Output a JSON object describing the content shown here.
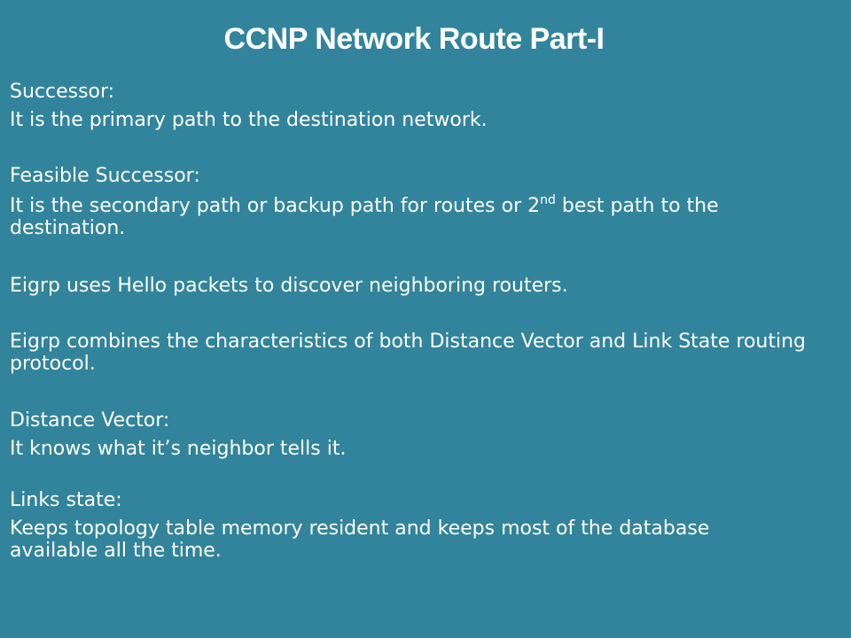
{
  "slide": {
    "title": "CCNP Network Route Part-I",
    "successor": {
      "heading": "Successor:",
      "text": "It is the primary path to the destination network."
    },
    "feasible_successor": {
      "heading": "Feasible Successor:",
      "text_before_ordinal": "It is the secondary path or backup path for routes or 2",
      "ordinal_suffix": "nd",
      "text_after_ordinal": " best path to the destination."
    },
    "hello_packets": "Eigrp uses Hello packets to discover neighboring routers.",
    "combines": "Eigrp combines the characteristics of both Distance Vector and Link State routing protocol.",
    "distance_vector": {
      "heading": "Distance Vector:",
      "text": "It knows what it’s neighbor tells it."
    },
    "links_state": {
      "heading": "Links state:",
      "text": "Keeps topology table memory resident and keeps most of the database available all the time."
    }
  }
}
